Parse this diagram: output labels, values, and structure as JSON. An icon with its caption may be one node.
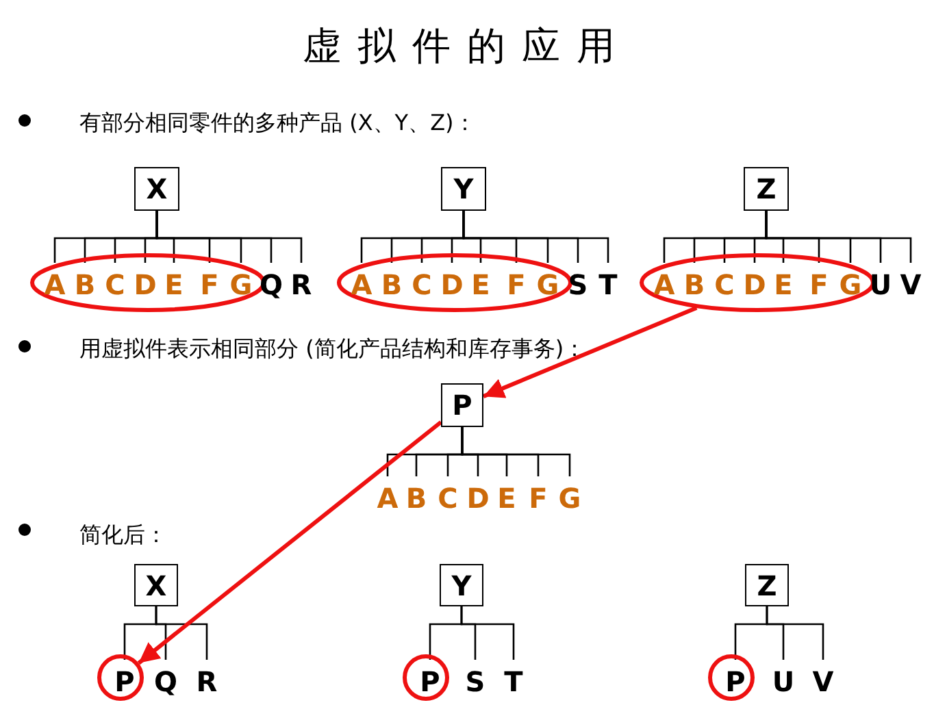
{
  "diagram": {
    "title": "虚拟件的应用",
    "nodes": [
      {
        "text": [
          "X"
        ]
      },
      {
        "text": [],
        "shape": "ellipse"
      },
      {
        "text": [
          "A"
        ],
        "in": 1
      },
      {
        "text": [
          "B"
        ],
        "in": 1
      },
      {
        "text": [
          "C"
        ],
        "in": 1
      },
      {
        "text": [
          "D"
        ],
        "in": 1
      },
      {
        "text": [
          "E"
        ],
        "in": 1
      },
      {
        "text": [
          "F"
        ],
        "in": 1
      },
      {
        "text": [
          "G"
        ],
        "in": 1
      },
      {
        "text": [
          "Q"
        ]
      },
      {
        "text": [
          "R"
        ]
      },
      {
        "text": [
          "Y"
        ]
      },
      {
        "text": [],
        "shape": "ellipse"
      },
      {
        "text": [
          "A"
        ],
        "in": 12
      },
      {
        "text": [
          "B"
        ],
        "in": 12
      },
      {
        "text": [
          "C"
        ],
        "in": 12
      },
      {
        "text": [
          "D"
        ],
        "in": 12
      },
      {
        "text": [
          "E"
        ],
        "in": 12
      },
      {
        "text": [
          "F"
        ],
        "in": 12
      },
      {
        "text": [
          "G"
        ],
        "in": 12
      },
      {
        "text": [
          "S"
        ]
      },
      {
        "text": [
          "T"
        ]
      },
      {
        "text": [
          "Z"
        ]
      },
      {
        "text": [],
        "shape": "ellipse"
      },
      {
        "text": [
          "A"
        ],
        "in": 23
      },
      {
        "text": [
          "B"
        ],
        "in": 23
      },
      {
        "text": [
          "C"
        ],
        "in": 23
      },
      {
        "text": [
          "D"
        ],
        "in": 23
      },
      {
        "text": [
          "E"
        ],
        "in": 23
      },
      {
        "text": [
          "F"
        ],
        "in": 23
      },
      {
        "text": [
          "G"
        ],
        "in": 23
      },
      {
        "text": [
          "U"
        ]
      },
      {
        "text": [
          "V"
        ]
      },
      {
        "text": [
          "P"
        ]
      },
      {
        "text": [
          "A"
        ]
      },
      {
        "text": [
          "B"
        ]
      },
      {
        "text": [
          "C"
        ]
      },
      {
        "text": [
          "D"
        ]
      },
      {
        "text": [
          "E"
        ]
      },
      {
        "text": [
          "F"
        ]
      },
      {
        "text": [
          "G"
        ]
      },
      {
        "text": [
          "X"
        ]
      },
      {
        "text": [],
        "shape": "circle"
      },
      {
        "text": [
          "P"
        ],
        "in": 42
      },
      {
        "text": [
          "Q"
        ]
      },
      {
        "text": [
          "R"
        ]
      },
      {
        "text": [
          "Y"
        ]
      },
      {
        "text": [],
        "shape": "circle"
      },
      {
        "text": [
          "P"
        ],
        "in": 47
      },
      {
        "text": [
          "S"
        ]
      },
      {
        "text": [
          "T"
        ]
      },
      {
        "text": [
          "Z"
        ]
      },
      {
        "text": [],
        "shape": "circle"
      },
      {
        "text": [
          "P"
        ],
        "in": 52
      },
      {
        "text": [
          "U"
        ]
      },
      {
        "text": [
          "V"
        ]
      }
    ],
    "edges": [
      {
        "from": 0,
        "to": 2,
        "arrow": "none"
      },
      {
        "from": 0,
        "to": 3,
        "arrow": "none"
      },
      {
        "from": 0,
        "to": 4,
        "arrow": "none"
      },
      {
        "from": 0,
        "to": 5,
        "arrow": "none"
      },
      {
        "from": 0,
        "to": 6,
        "arrow": "none"
      },
      {
        "from": 0,
        "to": 7,
        "arrow": "none"
      },
      {
        "from": 0,
        "to": 8,
        "arrow": "none"
      },
      {
        "from": 0,
        "to": 9,
        "arrow": "none"
      },
      {
        "from": 0,
        "to": 10,
        "arrow": "none"
      },
      {
        "from": 11,
        "to": 13,
        "arrow": "none"
      },
      {
        "from": 11,
        "to": 14,
        "arrow": "none"
      },
      {
        "from": 11,
        "to": 15,
        "arrow": "none"
      },
      {
        "from": 11,
        "to": 16,
        "arrow": "none"
      },
      {
        "from": 11,
        "to": 17,
        "arrow": "none"
      },
      {
        "from": 11,
        "to": 18,
        "arrow": "none"
      },
      {
        "from": 11,
        "to": 19,
        "arrow": "none"
      },
      {
        "from": 11,
        "to": 20,
        "arrow": "none"
      },
      {
        "from": 11,
        "to": 21,
        "arrow": "none"
      },
      {
        "from": 22,
        "to": 24,
        "arrow": "none"
      },
      {
        "from": 22,
        "to": 25,
        "arrow": "none"
      },
      {
        "from": 22,
        "to": 26,
        "arrow": "none"
      },
      {
        "from": 22,
        "to": 27,
        "arrow": "none"
      },
      {
        "from": 22,
        "to": 28,
        "arrow": "none"
      },
      {
        "from": 22,
        "to": 29,
        "arrow": "none"
      },
      {
        "from": 22,
        "to": 30,
        "arrow": "none"
      },
      {
        "from": 22,
        "to": 31,
        "arrow": "none"
      },
      {
        "from": 22,
        "to": 32,
        "arrow": "none"
      },
      {
        "from": 33,
        "to": 34,
        "arrow": "none"
      },
      {
        "from": 33,
        "to": 35,
        "arrow": "none"
      },
      {
        "from": 33,
        "to": 36,
        "arrow": "none"
      },
      {
        "from": 33,
        "to": 37,
        "arrow": "none"
      },
      {
        "from": 33,
        "to": 38,
        "arrow": "none"
      },
      {
        "from": 33,
        "to": 39,
        "arrow": "none"
      },
      {
        "from": 33,
        "to": 40,
        "arrow": "none"
      },
      {
        "from": 41,
        "to": 43,
        "arrow": "none"
      },
      {
        "from": 41,
        "to": 44,
        "arrow": "none"
      },
      {
        "from": 41,
        "to": 45,
        "arrow": "none"
      },
      {
        "from": 46,
        "to": 48,
        "arrow": "none"
      },
      {
        "from": 46,
        "to": 49,
        "arrow": "none"
      },
      {
        "from": 46,
        "to": 50,
        "arrow": "none"
      },
      {
        "from": 51,
        "to": 53,
        "arrow": "none"
      },
      {
        "from": 51,
        "to": 54,
        "arrow": "none"
      },
      {
        "from": 51,
        "to": 55,
        "arrow": "none"
      },
      {
        "from": 23,
        "to": 33,
        "arrow": "to",
        "style": "thick",
        "color": "#ee1111"
      },
      {
        "from": 33,
        "to": 42,
        "arrow": "to",
        "style": "thick",
        "color": "#ee1111"
      }
    ],
    "labels": [
      "有部分相同零件的多种产品 (X、Y、Z)：",
      "用虚拟件表示相同部分 (简化产品结构和库存事务)：",
      "简化后："
    ]
  }
}
